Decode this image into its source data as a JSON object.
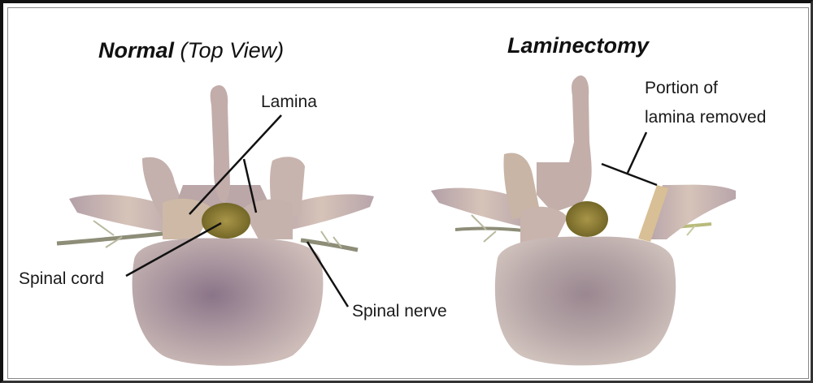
{
  "panels": [
    {
      "id": "normal",
      "title": "Normal",
      "subtitle": "(Top View)",
      "labels": {
        "lamina": "Lamina",
        "spinal_cord": "Spinal cord",
        "spinal_nerve": "Spinal nerve"
      }
    },
    {
      "id": "laminectomy",
      "title": "Laminectomy",
      "labels": {
        "removed_line1": "Portion of",
        "removed_line2": "lamina removed"
      }
    }
  ],
  "colors": {
    "bone": "#c9b5b3",
    "bone_shadow": "#8e7c8a",
    "bone_highlight": "#dccaa8",
    "cord": "#8a7a2e",
    "nerve": "#b8b89a",
    "leader_line": "#111111",
    "frame": "#111111"
  }
}
